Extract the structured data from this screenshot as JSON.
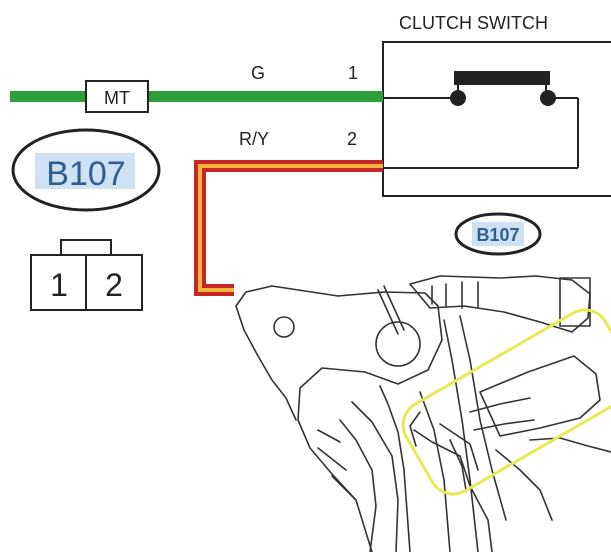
{
  "title": "CLUTCH SWITCH",
  "connector": {
    "harness_label": "B107",
    "switch_label": "B107",
    "tag": "MT",
    "pins": [
      "1",
      "2"
    ]
  },
  "wires": [
    {
      "color_code": "G",
      "pin": "1",
      "color": "#2e9e3b"
    },
    {
      "color_code": "R/Y",
      "pin": "2",
      "color": "#c62828",
      "stripe_color": "#f3b73d"
    }
  ],
  "colors": {
    "outline": "#222222",
    "highlight": "#e8ea55",
    "label_fill": "#cfe2f3"
  }
}
